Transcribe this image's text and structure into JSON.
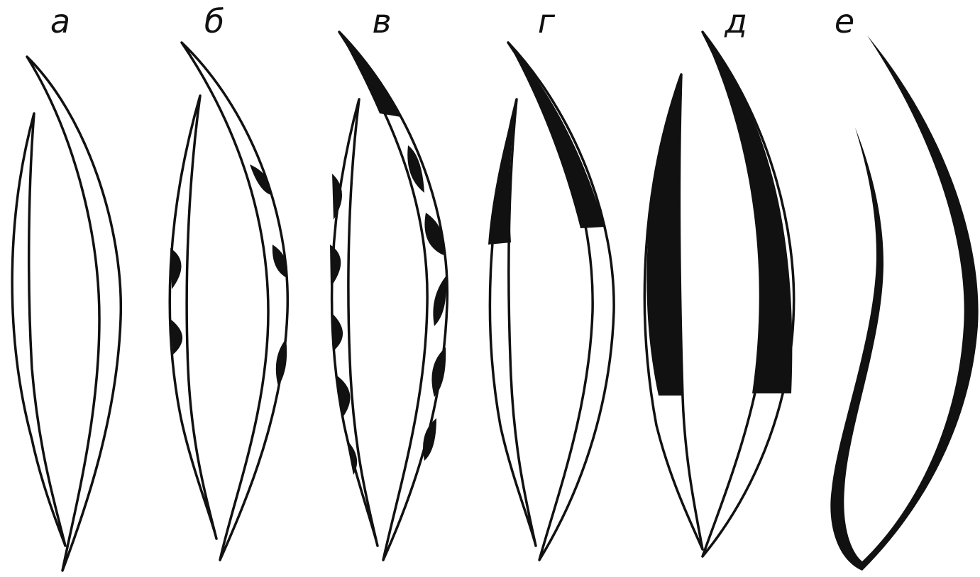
{
  "figure": {
    "panels": [
      {
        "label": "а"
      },
      {
        "label": "б"
      },
      {
        "label": "в"
      },
      {
        "label": "г"
      },
      {
        "label": "д"
      },
      {
        "label": "е"
      }
    ]
  }
}
